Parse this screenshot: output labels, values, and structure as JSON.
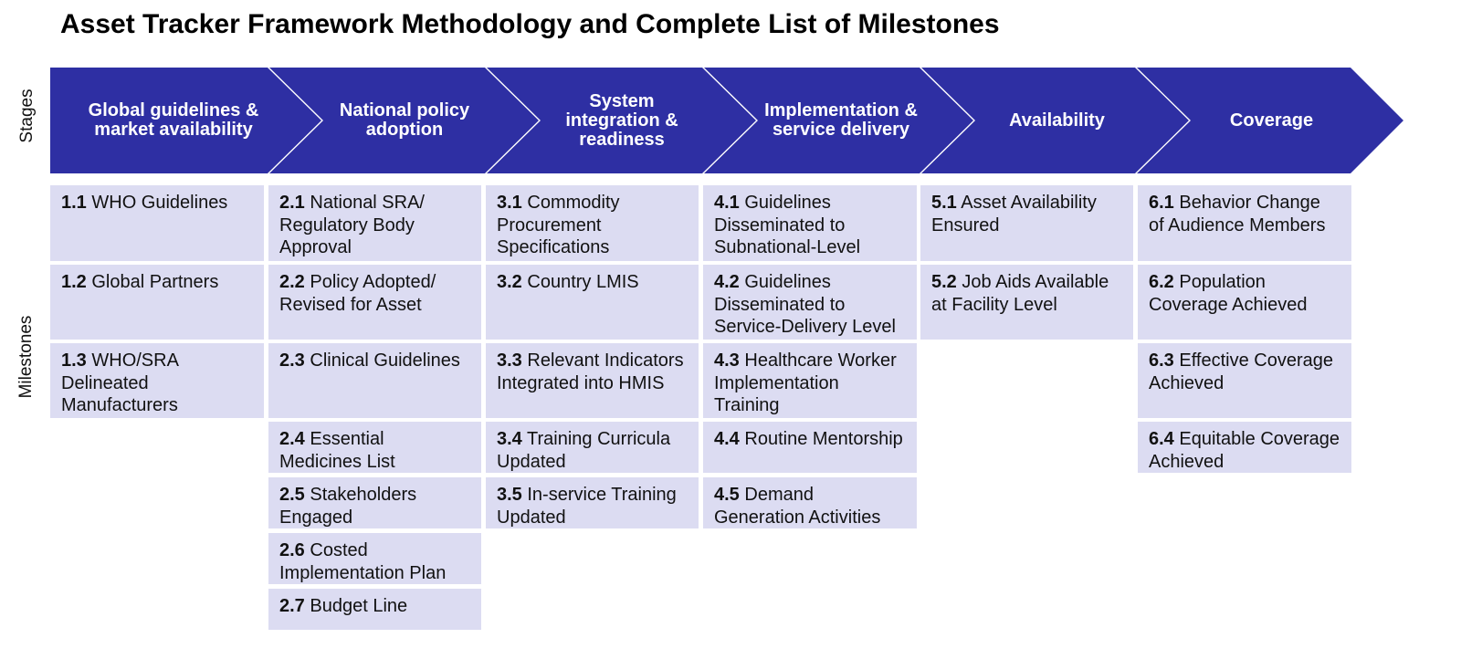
{
  "title": "Asset Tracker Framework Methodology and Complete List of Milestones",
  "axis_labels": {
    "stages": "Stages",
    "milestones": "Milestones"
  },
  "colors": {
    "stage_fill": "#2e2fa3",
    "milestone_fill": "#dcdcf2",
    "text": "#111111"
  },
  "stages": [
    {
      "id": "1",
      "label": "Global guidelines & market availability",
      "milestones": [
        {
          "num": "1.1",
          "text": "WHO Guidelines"
        },
        {
          "num": "1.2",
          "text": "Global Partners"
        },
        {
          "num": "1.3",
          "text": "WHO/SRA Delineated Manufacturers"
        }
      ]
    },
    {
      "id": "2",
      "label": "National policy adoption",
      "milestones": [
        {
          "num": "2.1",
          "text": "National SRA/ Regulatory Body Approval"
        },
        {
          "num": "2.2",
          "text": "Policy Adopted/ Revised for Asset"
        },
        {
          "num": "2.3",
          "text": "Clinical Guidelines"
        },
        {
          "num": "2.4",
          "text": "Essential Medicines List"
        },
        {
          "num": "2.5",
          "text": "Stakeholders Engaged"
        },
        {
          "num": "2.6",
          "text": "Costed Implementation Plan"
        },
        {
          "num": "2.7",
          "text": "Budget Line"
        }
      ]
    },
    {
      "id": "3",
      "label": "System integration & readiness",
      "milestones": [
        {
          "num": "3.1",
          "text": "Commodity Procurement Specifications"
        },
        {
          "num": "3.2",
          "text": "Country LMIS"
        },
        {
          "num": "3.3",
          "text": "Relevant Indicators Integrated into HMIS"
        },
        {
          "num": "3.4",
          "text": "Training Curricula Updated"
        },
        {
          "num": "3.5",
          "text": "In-service Training Updated"
        }
      ]
    },
    {
      "id": "4",
      "label": "Implementation & service delivery",
      "milestones": [
        {
          "num": "4.1",
          "text": "Guidelines Disseminated to Subnational-Level"
        },
        {
          "num": "4.2",
          "text": "Guidelines Disseminated to Service-Delivery Level"
        },
        {
          "num": "4.3",
          "text": "Healthcare Worker Implementation Training"
        },
        {
          "num": "4.4",
          "text": "Routine Mentorship"
        },
        {
          "num": "4.5",
          "text": "Demand Generation Activities"
        }
      ]
    },
    {
      "id": "5",
      "label": "Availability",
      "milestones": [
        {
          "num": "5.1",
          "text": "Asset Availability Ensured"
        },
        {
          "num": "5.2",
          "text": "Job Aids Available at Facility Level"
        }
      ]
    },
    {
      "id": "6",
      "label": "Coverage",
      "milestones": [
        {
          "num": "6.1",
          "text": "Behavior Change of Audience Members"
        },
        {
          "num": "6.2",
          "text": "Population Coverage Achieved"
        },
        {
          "num": "6.3",
          "text": "Effective Coverage Achieved"
        },
        {
          "num": "6.4",
          "text": "Equitable Coverage Achieved"
        }
      ]
    }
  ]
}
